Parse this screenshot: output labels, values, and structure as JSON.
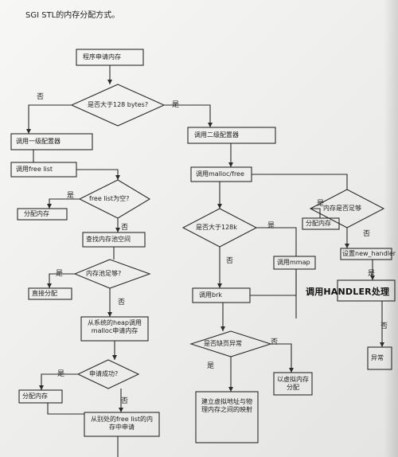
{
  "title": "SGI STL的内存分配方式。",
  "nodes": {
    "apply": "程序申请内存",
    "size_check": "是否大于128 bytes?",
    "first_config": "调用一级配置器",
    "second_config": "调用二级配置器",
    "free_list": "调用free list",
    "malloc_free": "调用malloc/free",
    "free_list_null": "free list为空?",
    "assign_mem": "分配内存",
    "mem_exceed": "是否大于128k",
    "mem_pool": "查找内存池空间",
    "pool_enough": "内存池足够?",
    "mmap": "调用mmap",
    "brk": "调用brk",
    "assign_direct": "直接分配",
    "heap_malloc": "从系统的heap调用malloc申请内存",
    "page_fault": "是否缺页异常",
    "mem_enough": "内存是否足够",
    "assign_mem2": "分配内存",
    "handler_set": "设置new_handler",
    "handler_call": "调用HANDLER处理",
    "success": "申请成功?",
    "alloc_mem": "分配内存",
    "from_free_list": "从别处的free list的内存中申请",
    "virtual_addr": "建立虚拟地址与物理内存之间的映射",
    "phys_mem": "以虚拟内存分配",
    "exception": "异常"
  },
  "labels": {
    "yes": "是",
    "no": "否"
  }
}
